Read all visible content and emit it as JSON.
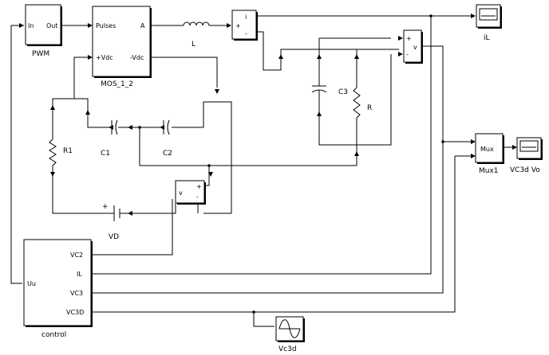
{
  "blocks": {
    "pwm": {
      "name": "PWM",
      "in_port": "In",
      "out_port": "Out"
    },
    "mos": {
      "name": "MOS_1_2",
      "port_pulses": "Pulses",
      "port_vdc_pos": "+Vdc",
      "port_vdc_neg": "-Vdc",
      "port_a": "A"
    },
    "inductor": {
      "name": "L"
    },
    "current_meas": {
      "port_i": "i",
      "port_pos": "+",
      "port_neg": "-"
    },
    "scope_il": {
      "name": "iL"
    },
    "volt_meas_right": {
      "port_pos": "+",
      "port_neg": "-",
      "port_v": "v"
    },
    "cap_c3": {
      "name": "C3"
    },
    "res_r": {
      "name": "R"
    },
    "res_r1": {
      "name": "R1"
    },
    "cap_c1": {
      "name": "C1"
    },
    "cap_c2": {
      "name": "C2"
    },
    "volt_meas_mid": {
      "port_v": "v",
      "port_pos": "+",
      "port_neg": "-"
    },
    "dc_source": {
      "name": "VD",
      "polarity": "+"
    },
    "mux": {
      "name": "Mux1",
      "label": "Mux"
    },
    "scope_vc3d": {
      "name": "VC3d  Vo"
    },
    "control": {
      "name": "control",
      "port_uu": "Uu",
      "port_vc2": "VC2",
      "port_il": "IL",
      "port_vc3": "VC3",
      "port_vc3d": "VC3D"
    },
    "sine": {
      "name": "Vc3d"
    }
  }
}
